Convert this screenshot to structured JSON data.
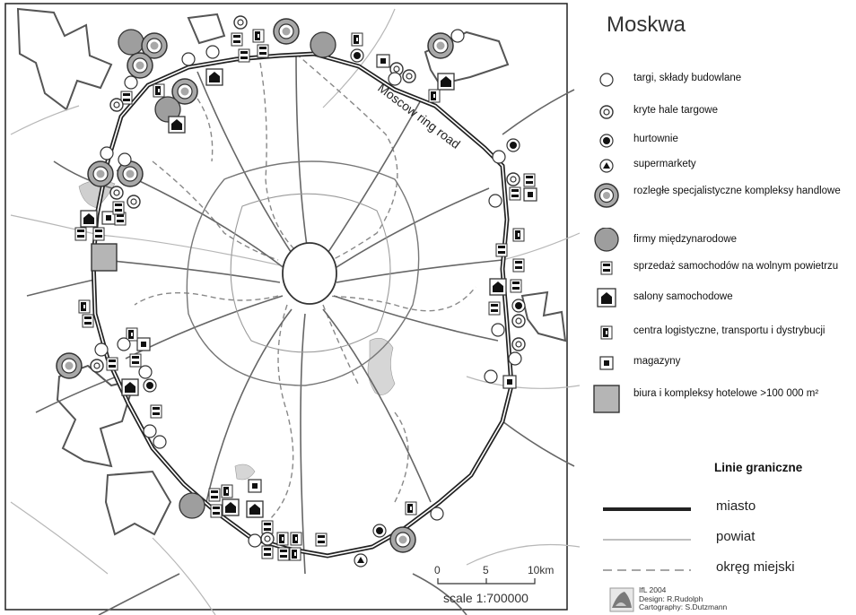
{
  "map": {
    "road_label": "Moscow ring road",
    "scale": {
      "ticks": [
        "0",
        "5",
        "10km"
      ],
      "text": "scale 1:700000"
    }
  },
  "legend": {
    "title": "Moskwa",
    "items": [
      {
        "label": "targi, składy budowlane",
        "icon": "white-circle-icon"
      },
      {
        "label": "kryte hale targowe",
        "icon": "dotted-ring-icon"
      },
      {
        "label": "hurtownie",
        "icon": "black-dot-ring-icon"
      },
      {
        "label": "supermarkety",
        "icon": "triangle-circle-icon"
      },
      {
        "label": "rozległe specjalistyczne kompleksy handlowe",
        "icon": "large-double-ring-icon"
      },
      {
        "label": "firmy międzynarodowe",
        "icon": "gray-disc-icon"
      },
      {
        "label": "sprzedaż samochodów  na wolnym powietrzu",
        "icon": "car-lot-icon"
      },
      {
        "label": "salony samochodowe",
        "icon": "house-square-icon"
      },
      {
        "label": "centra logistyczne, transportu  i dystrybucji",
        "icon": "logistics-icon"
      },
      {
        "label": "magazyny",
        "icon": "warehouse-icon"
      },
      {
        "label": "biura i kompleksy hotelowe >100 000 m²",
        "icon": "gray-square-icon"
      }
    ],
    "borders": {
      "title": "Linie graniczne",
      "items": [
        {
          "label": "miasto",
          "style": "thick-solid"
        },
        {
          "label": "powiat",
          "style": "thin-gray"
        },
        {
          "label": "okręg miejski",
          "style": "dashed"
        }
      ]
    },
    "credits": [
      "IfL 2004",
      "Design: R.Rudolph",
      "Cartography: S.Dutzmann"
    ]
  }
}
